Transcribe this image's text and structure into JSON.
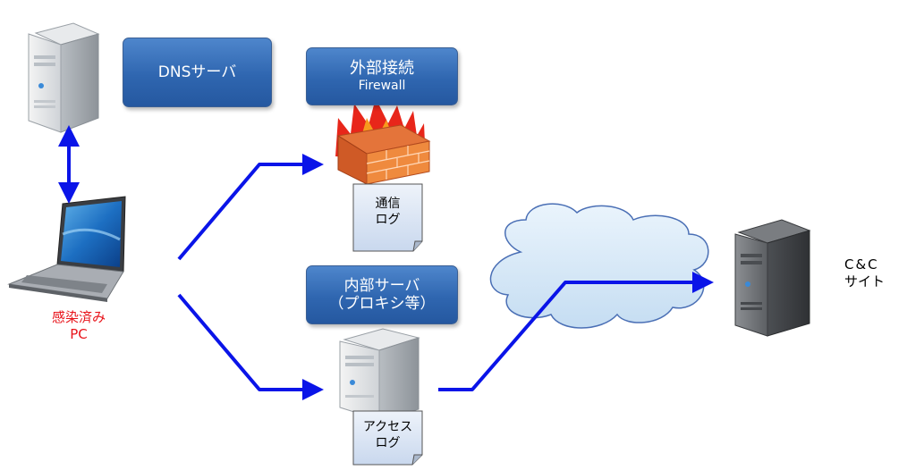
{
  "nodes": {
    "dns_server": {
      "label": "DNSサーバ"
    },
    "firewall": {
      "line1": "外部接続",
      "line2": "Firewall"
    },
    "internal_server": {
      "line1": "内部サーバ",
      "line2": "（プロキシ等）"
    },
    "infected_pc": {
      "line1": "感染済み",
      "line2": "PC"
    },
    "cc_site": {
      "line1": "C&C",
      "line2": "サイト"
    }
  },
  "logs": {
    "comm_log": {
      "line1": "通信",
      "line2": "ログ"
    },
    "access_log": {
      "line1": "アクセス",
      "line2": "ログ"
    }
  },
  "colors": {
    "box_fill": "#2f66b0",
    "arrow": "#0a14e8",
    "label_red": "#e8131a",
    "doc_fill": "#dde7f5"
  },
  "icons": {
    "dns_server": "server-tower-icon",
    "laptop": "laptop-icon",
    "firewall": "firewall-icon",
    "internal_server": "server-tower-icon",
    "cloud": "internet-cloud-icon",
    "cc_server": "server-tower-icon"
  }
}
